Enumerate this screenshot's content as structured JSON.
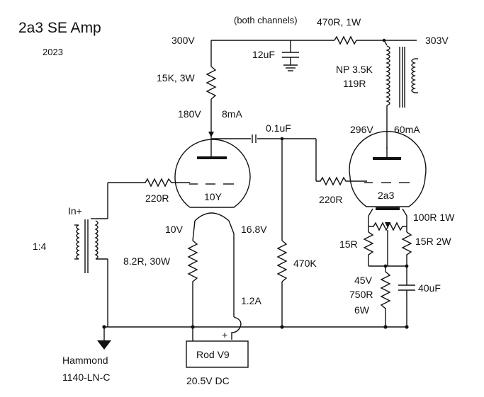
{
  "title": "2a3 SE Amp",
  "year": "2023",
  "note": "(both channels)",
  "labels": {
    "b_plus_in": "300V",
    "b_plus_out": "303V",
    "series_resistor": "470R, 1W",
    "filter_cap": "12uF",
    "driver_load": "15K, 3W",
    "driver_plate_v": "180V",
    "driver_plate_i": "8mA",
    "coupling_cap": "0.1uF",
    "output_xfmr_1": "NP 3.5K",
    "output_xfmr_2": "119R",
    "output_plate_v": "296V",
    "output_plate_i": "60mA",
    "driver_grid_r": "220R",
    "driver_tube": "10Y",
    "output_grid_r": "220R",
    "output_tube": "2a3",
    "input_tx_plus": "In+",
    "input_tx_ratio": "1:4",
    "filament_left_v": "10V",
    "filament_right_v": "16.8V",
    "filament_r": "8.2R, 30W",
    "grid_leak": "470K",
    "filament_i": "1.2A",
    "hum_pot": "100R 1W",
    "hum_r_left": "15R",
    "hum_r_right": "15R 2W",
    "cathode_v": "45V",
    "cathode_r": "750R",
    "cathode_r_w": "6W",
    "cathode_cap": "40uF",
    "supply_box": "Rod V9",
    "supply_plus": "+",
    "supply_v": "20.5V DC",
    "xfmr_make": "Hammond",
    "xfmr_model": "1140-LN-C"
  },
  "colors": {
    "ink": "#111111",
    "background": "#ffffff"
  }
}
